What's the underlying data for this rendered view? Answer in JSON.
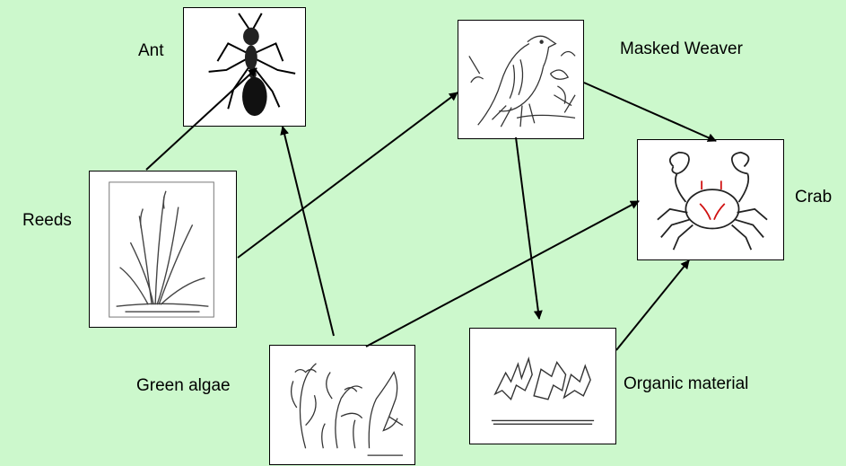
{
  "diagram": {
    "type": "food-web",
    "background_color": "#ccf8cc",
    "organisms": [
      {
        "id": "ant",
        "label": "Ant",
        "icon": "ant-icon"
      },
      {
        "id": "weaver",
        "label": "Masked Weaver",
        "icon": "bird-icon"
      },
      {
        "id": "crab",
        "label": "Crab",
        "icon": "crab-icon"
      },
      {
        "id": "reeds",
        "label": "Reeds",
        "icon": "reeds-icon"
      },
      {
        "id": "algae",
        "label": "Green algae",
        "icon": "algae-icon"
      },
      {
        "id": "organic",
        "label": "Organic material",
        "icon": "organic-material-icon"
      }
    ],
    "arrows": [
      {
        "from": "reeds",
        "to": "ant"
      },
      {
        "from": "reeds",
        "to": "weaver"
      },
      {
        "from": "algae",
        "to": "ant"
      },
      {
        "from": "algae",
        "to": "crab"
      },
      {
        "from": "weaver",
        "to": "crab"
      },
      {
        "from": "weaver",
        "to": "organic"
      },
      {
        "from": "organic",
        "to": "crab"
      }
    ]
  }
}
